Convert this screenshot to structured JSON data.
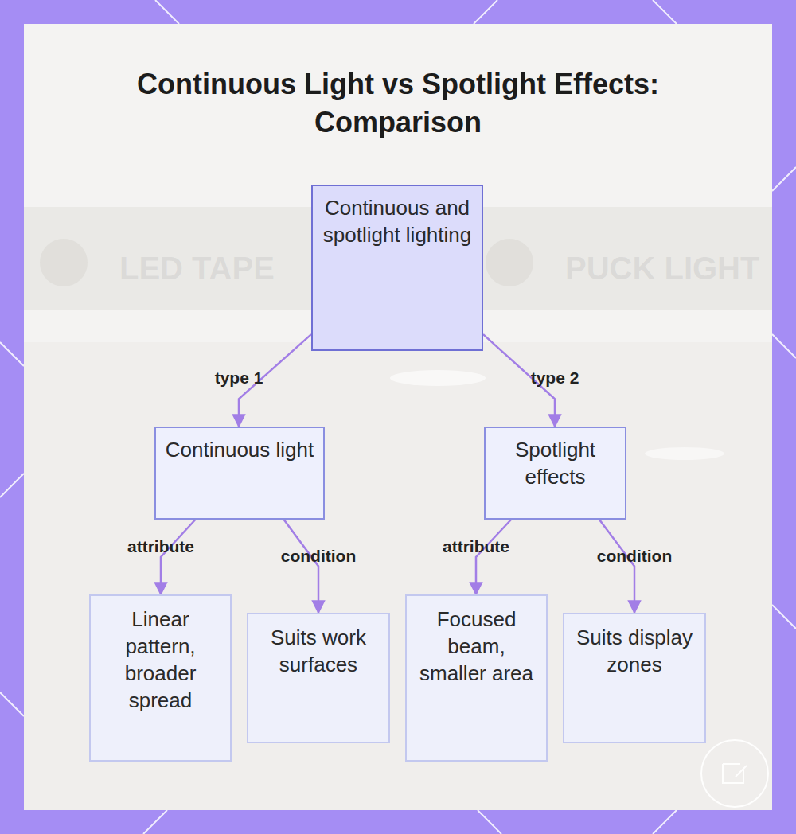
{
  "diagram": {
    "title": "Continuous Light vs Spotlight Effects: Comparison",
    "nodes": [
      {
        "text": [
          "Continuous and spotlight lighting"
        ]
      },
      {
        "text": [
          "Continuous light"
        ]
      },
      {
        "text": [
          "Spotlight effects"
        ]
      },
      {
        "text": [
          "Linear pattern, broader spread"
        ]
      },
      {
        "text": [
          "Suits work surfaces"
        ]
      },
      {
        "text": [
          "Focused beam, smaller area"
        ]
      },
      {
        "text": [
          "Suits display zones"
        ]
      }
    ],
    "edges": [
      {
        "from": 0,
        "to": 1,
        "label": "type 1",
        "arrow": "to"
      },
      {
        "from": 0,
        "to": 2,
        "label": "type 2",
        "arrow": "to"
      },
      {
        "from": 1,
        "to": 3,
        "label": "attribute",
        "arrow": "to"
      },
      {
        "from": 1,
        "to": 4,
        "label": "condition",
        "arrow": "to"
      },
      {
        "from": 2,
        "to": 5,
        "label": "attribute",
        "arrow": "to"
      },
      {
        "from": 2,
        "to": 6,
        "label": "condition",
        "arrow": "to"
      }
    ],
    "labels": [
      "LED TAPE",
      "PUCK LIGHT"
    ]
  }
}
